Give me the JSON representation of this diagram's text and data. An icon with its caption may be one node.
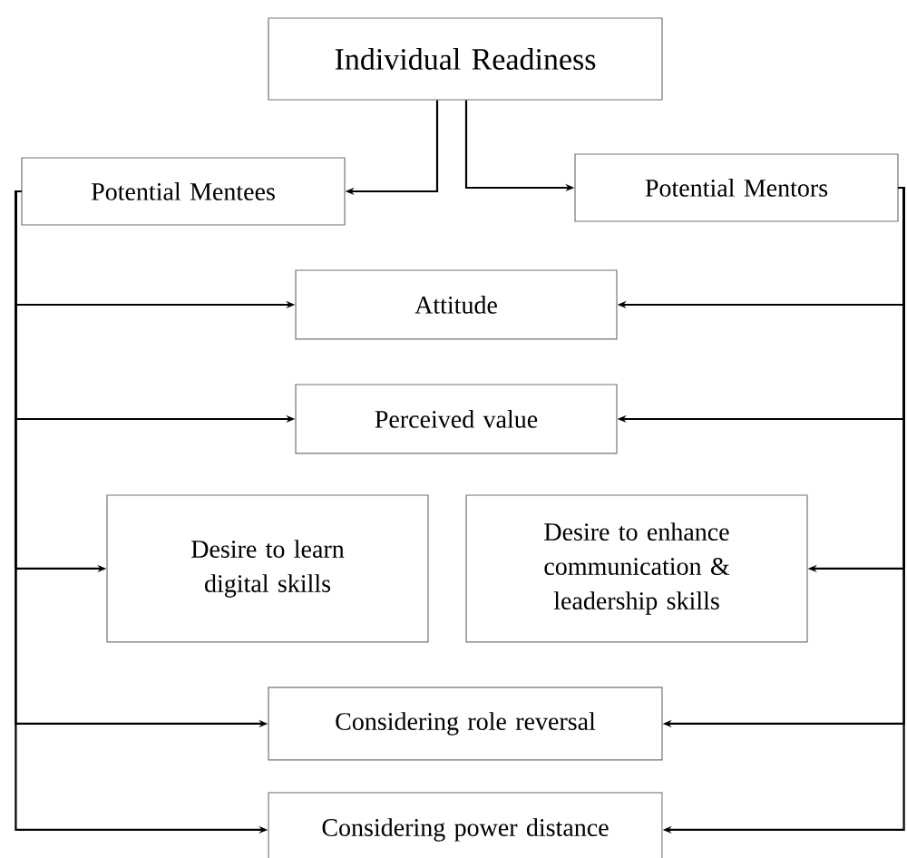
{
  "diagram": {
    "nodes": [
      {
        "text": [
          "Individual Readiness"
        ]
      },
      {
        "text": [
          "Potential Mentees"
        ]
      },
      {
        "text": [
          "Potential Mentors"
        ]
      },
      {
        "text": [
          "Attitude"
        ]
      },
      {
        "text": [
          "Perceived value"
        ]
      },
      {
        "text": [
          "Desire to learn digital skills"
        ]
      },
      {
        "text": [
          "Desire to enhance communication & leadership skills"
        ]
      },
      {
        "text": [
          "Considering role reversal"
        ]
      },
      {
        "text": [
          "Considering power distance"
        ]
      }
    ],
    "edges": [
      {
        "from": 0,
        "to": 1,
        "arrow": "to"
      },
      {
        "from": 0,
        "to": 2,
        "arrow": "to"
      },
      {
        "from": 1,
        "to": 3,
        "arrow": "to"
      },
      {
        "from": 1,
        "to": 4,
        "arrow": "to"
      },
      {
        "from": 1,
        "to": 5,
        "arrow": "to"
      },
      {
        "from": 1,
        "to": 7,
        "arrow": "to"
      },
      {
        "from": 1,
        "to": 8,
        "arrow": "to"
      },
      {
        "from": 2,
        "to": 3,
        "arrow": "to"
      },
      {
        "from": 2,
        "to": 4,
        "arrow": "to"
      },
      {
        "from": 2,
        "to": 6,
        "arrow": "to"
      },
      {
        "from": 2,
        "to": 7,
        "arrow": "to"
      },
      {
        "from": 2,
        "to": 8,
        "arrow": "to"
      }
    ]
  }
}
